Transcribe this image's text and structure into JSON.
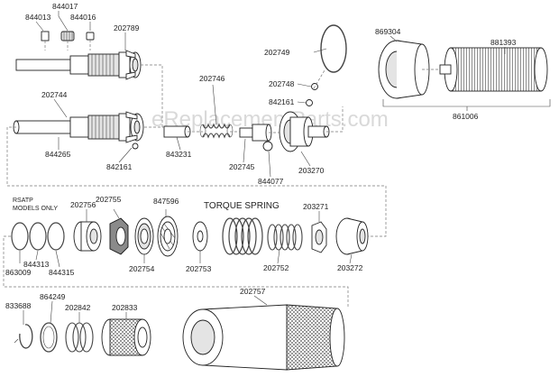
{
  "watermark": "eReplacementParts.com",
  "callouts": {
    "p844017": "844017",
    "p844013": "844013",
    "p844016": "844016",
    "p202789": "202789",
    "p202744": "202744",
    "p844265": "844265",
    "p842161a": "842161",
    "p202749": "202749",
    "p202748": "202748",
    "p842161b": "842161",
    "p202746": "202746",
    "p843231": "843231",
    "p202745": "202745",
    "p844077": "844077",
    "p203270": "203270",
    "p869304": "869304",
    "p881393": "881393",
    "p861006": "861006",
    "p202756": "202756",
    "p202755": "202755",
    "p847596": "847596",
    "p203271": "203271",
    "p844313": "844313",
    "p863009": "863009",
    "p844315": "844315",
    "p202754": "202754",
    "p202753": "202753",
    "p202752": "202752",
    "p203272": "203272",
    "p202757": "202757",
    "p833688": "833688",
    "p864249": "864249",
    "p202842": "202842",
    "p202833": "202833"
  },
  "notes": {
    "rsatp_line1": "RSATP",
    "rsatp_line2": "MODELS ONLY",
    "torque_spring": "TORQUE SPRING"
  }
}
